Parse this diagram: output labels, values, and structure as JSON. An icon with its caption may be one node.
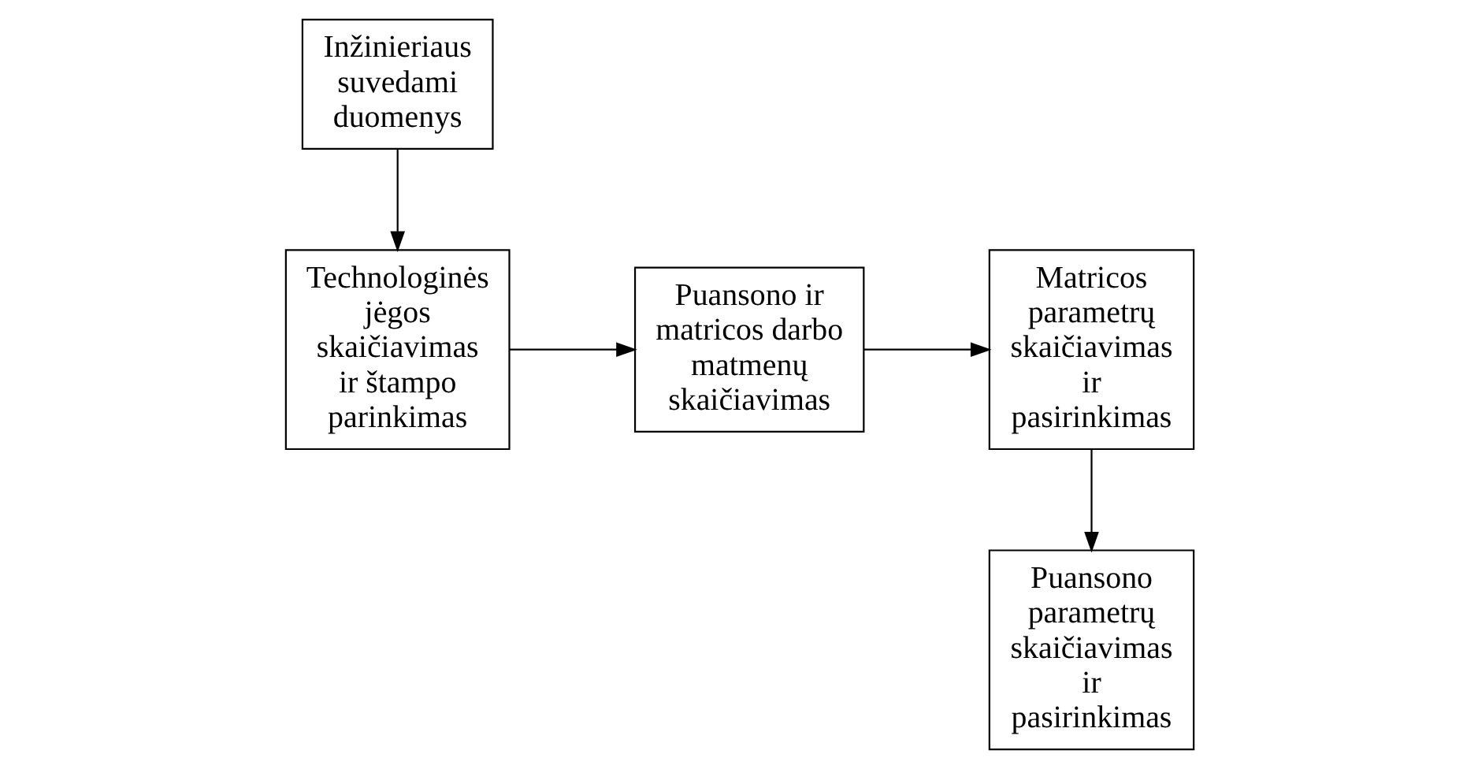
{
  "diagram": {
    "nodes": [
      {
        "text": [
          "Inžinieriaus suvedami duomenys"
        ]
      },
      {
        "text": [
          "Technologinės jėgos skaičiavimas ir štampo parinkimas"
        ]
      },
      {
        "text": [
          "Puansono ir matricos darbo matmenų skaičiavimas"
        ]
      },
      {
        "text": [
          "Matricos parametrų skaičiavimas ir pasirinkimas"
        ]
      },
      {
        "text": [
          "Puansono parametrų skaičiavimas ir pasirinkimas"
        ]
      }
    ],
    "edges": [
      {
        "from": 0,
        "to": 1,
        "arrow": "to"
      },
      {
        "from": 1,
        "to": 2,
        "arrow": "to"
      },
      {
        "from": 2,
        "to": 3,
        "arrow": "to"
      },
      {
        "from": 3,
        "to": 4,
        "arrow": "to"
      }
    ]
  }
}
